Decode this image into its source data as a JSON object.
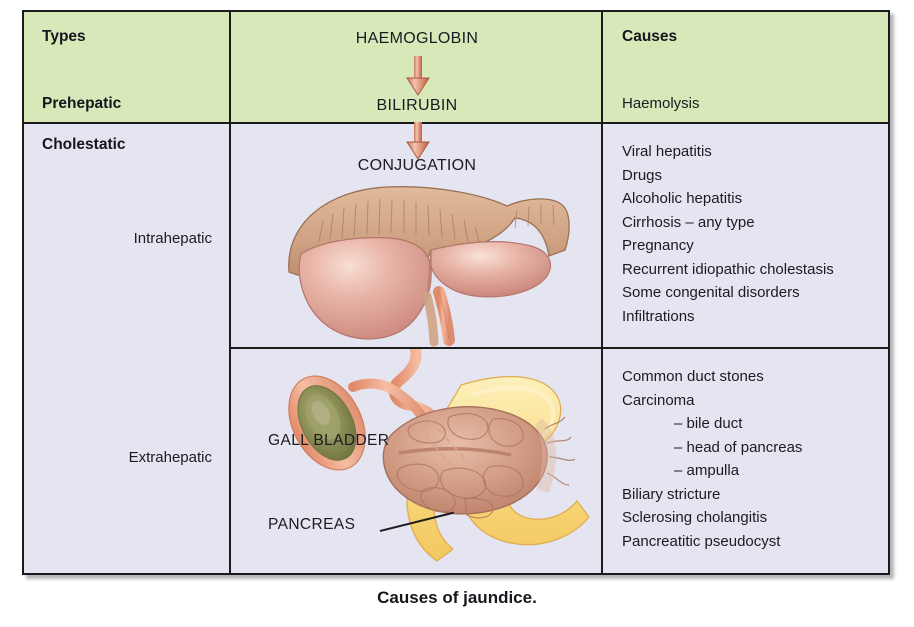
{
  "figure": {
    "caption": "Causes of jaundice.",
    "colors": {
      "header_green": "#d7e9b9",
      "body_lavender": "#e5e5f1",
      "border": "#1b1b1b",
      "arrow": "#d9836a",
      "liver_capsule": "#d2a887",
      "liver_lobe": "#dfa399",
      "duodenum": "#fbe08a",
      "pancreas": "#cf9a84",
      "gallbladder": "#8b8f52",
      "bile_duct": "#ef9e82"
    }
  },
  "columns": {
    "types_header": "Types",
    "pathway_header": "HAEMOGLOBIN",
    "causes_header": "Causes"
  },
  "pathway": {
    "step1": "HAEMOGLOBIN",
    "step2": "BILIRUBIN",
    "step3": "CONJUGATION",
    "arrow1": "down-arrow-icon",
    "arrow2": "down-arrow-icon"
  },
  "rows": {
    "prehepatic": {
      "type_label": "Prehepatic",
      "causes": [
        "Haemolysis"
      ]
    },
    "cholestatic": {
      "group_label": "Cholestatic",
      "intrahepatic": {
        "type_label": "Intrahepatic",
        "causes": [
          {
            "text": "Viral hepatitis",
            "indent": false
          },
          {
            "text": "Drugs",
            "indent": false
          },
          {
            "text": "Alcoholic hepatitis",
            "indent": false
          },
          {
            "text": "Cirrhosis – any type",
            "indent": false
          },
          {
            "text": "Pregnancy",
            "indent": false
          },
          {
            "text": "Recurrent idiopathic cholestasis",
            "indent": false
          },
          {
            "text": "Some congenital disorders",
            "indent": false
          },
          {
            "text": "Infiltrations",
            "indent": false
          }
        ]
      },
      "extrahepatic": {
        "type_label": "Extrahepatic",
        "causes": [
          {
            "text": "Common duct stones",
            "indent": false
          },
          {
            "text": "Carcinoma",
            "indent": false
          },
          {
            "text": "– bile duct",
            "indent": true
          },
          {
            "text": "– head of pancreas",
            "indent": true
          },
          {
            "text": "– ampulla",
            "indent": true
          },
          {
            "text": "Biliary stricture",
            "indent": false
          },
          {
            "text": "Sclerosing cholangitis",
            "indent": false
          },
          {
            "text": "Pancreatitic pseudocyst",
            "indent": false
          }
        ]
      }
    }
  },
  "anatomy": {
    "liver_illustration": "liver-illustration",
    "pancreas_illustration": "pancreas-duodenum-illustration",
    "gallbladder_label": "GALL BLADDER",
    "pancreas_label": "PANCREAS"
  }
}
